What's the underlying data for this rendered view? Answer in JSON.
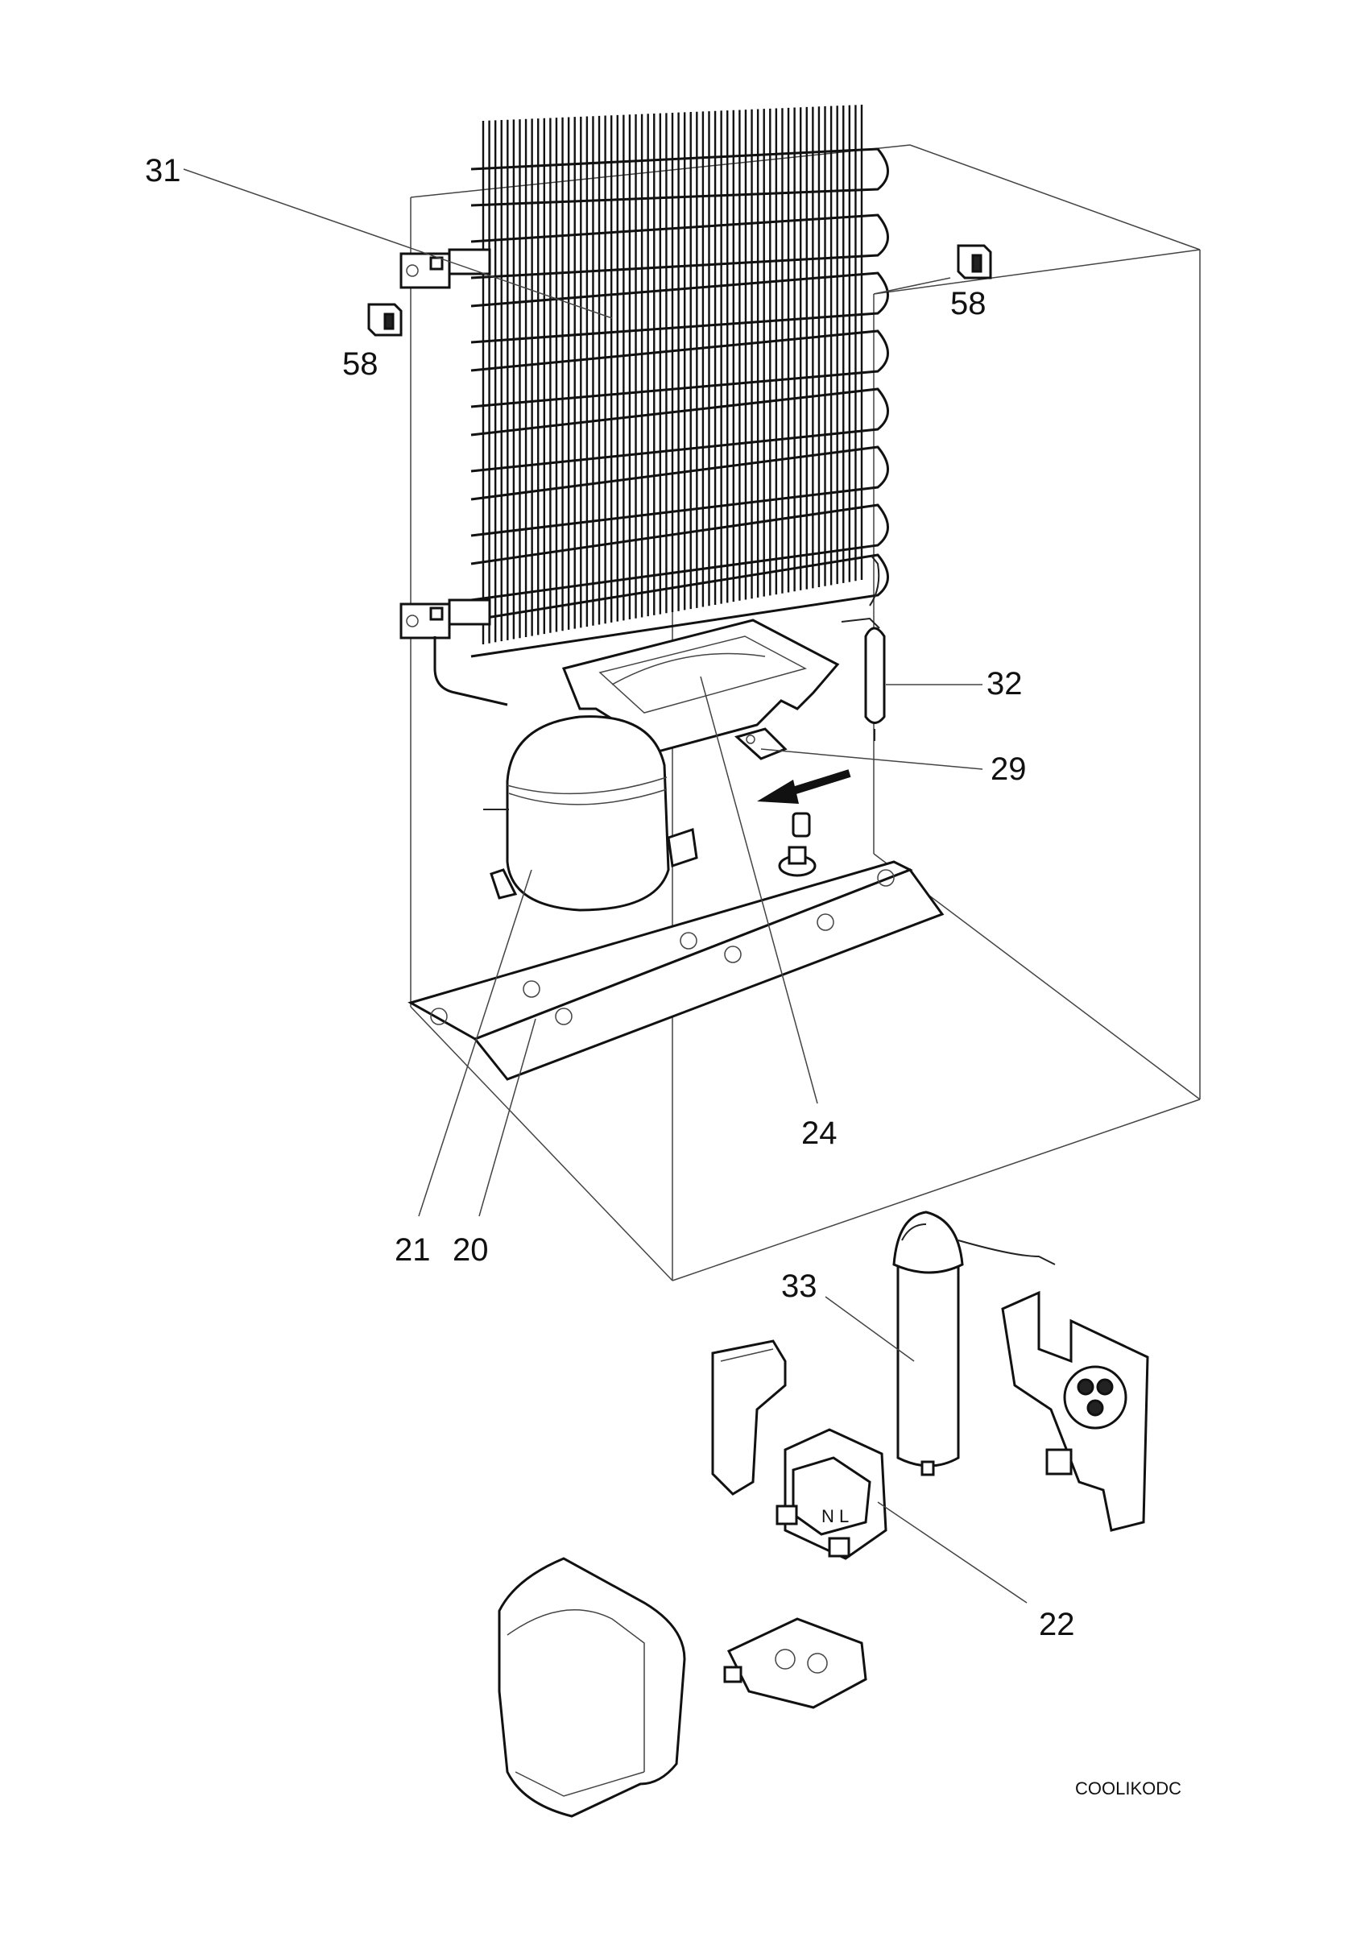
{
  "callouts": [
    {
      "id": "31",
      "text": "31"
    },
    {
      "id": "58a",
      "text": "58"
    },
    {
      "id": "58b",
      "text": "58"
    },
    {
      "id": "32",
      "text": "32"
    },
    {
      "id": "29",
      "text": "29"
    },
    {
      "id": "24",
      "text": "24"
    },
    {
      "id": "21",
      "text": "21"
    },
    {
      "id": "20",
      "text": "20"
    },
    {
      "id": "33",
      "text": "33"
    },
    {
      "id": "22",
      "text": "22"
    }
  ],
  "drawing_code": "COOLIKODC",
  "relay_marking": "N L"
}
